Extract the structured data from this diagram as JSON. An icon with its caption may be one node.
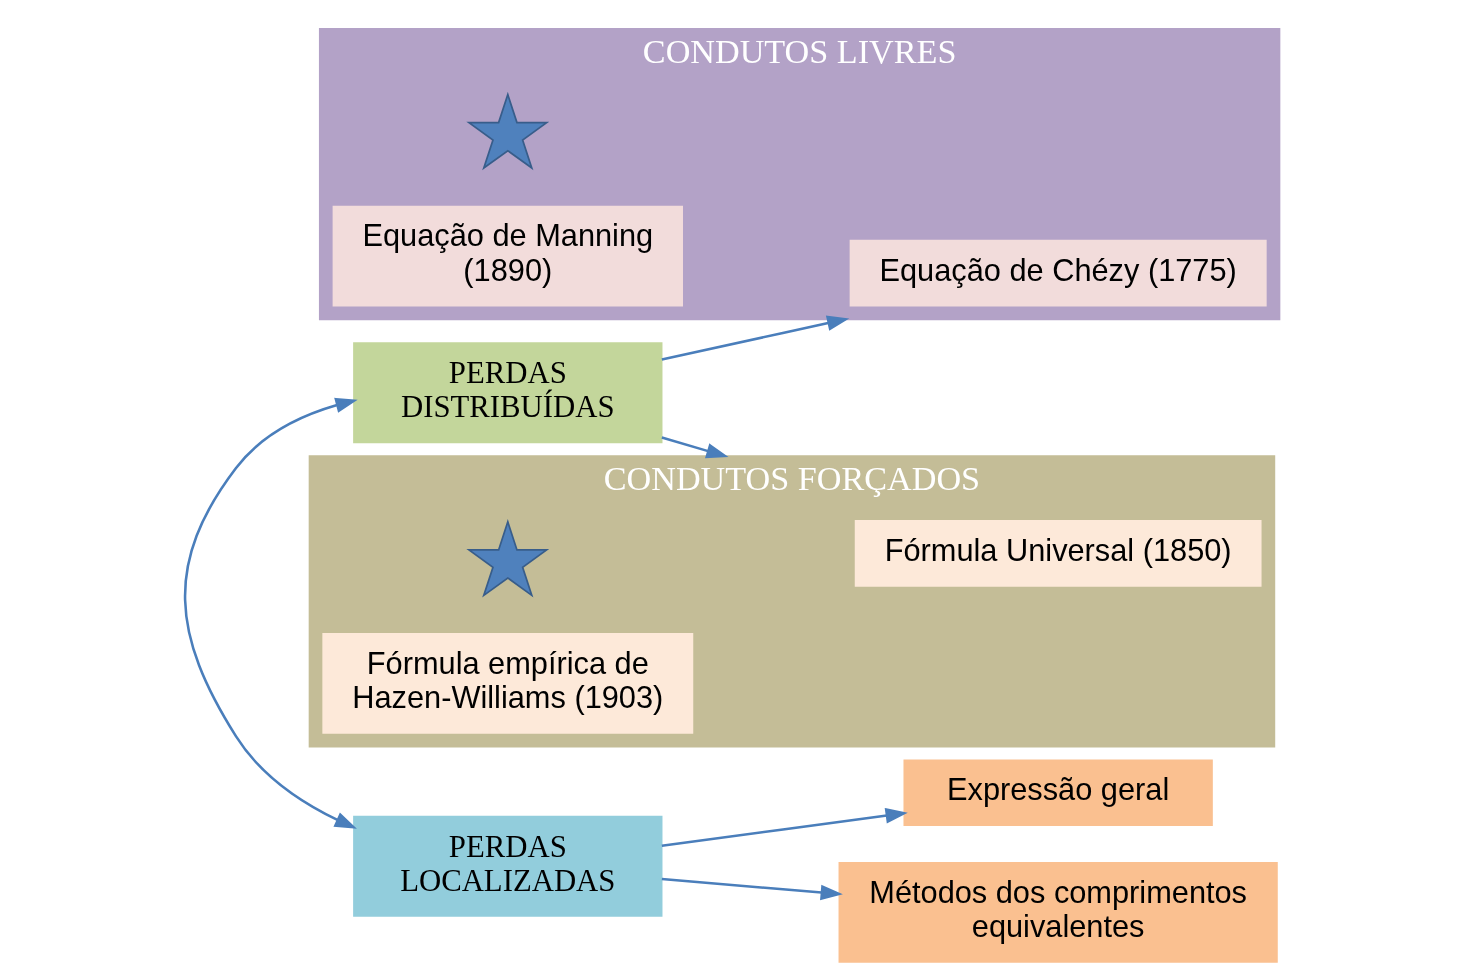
{
  "diagram": {
    "nodes": [
      {
        "text": [
          "PERDAS DISTRIBUÍDAS"
        ]
      },
      {
        "text": [
          "PERDAS LOCALIZADAS"
        ]
      },
      {
        "text": [
          "CONDUTOS LIVRES"
        ]
      },
      {
        "text": [
          "Equação de Chézy (1775)"
        ],
        "in": 2
      },
      {
        "text": [],
        "shape": "star",
        "in": 2
      },
      {
        "text": [
          "Equação de Manning (1890)"
        ],
        "in": 2
      },
      {
        "text": [
          "CONDUTOS FORÇADOS"
        ]
      },
      {
        "text": [
          "Fórmula Universal (1850)"
        ],
        "in": 6
      },
      {
        "text": [],
        "shape": "star",
        "in": 6
      },
      {
        "text": [
          "Fórmula empírica de Hazen-Williams (1903)"
        ],
        "in": 6
      },
      {
        "text": [
          "Expressão geral"
        ]
      },
      {
        "text": [
          "Métodos dos comprimentos equivalentes"
        ]
      }
    ],
    "edges": [
      {
        "from": 0,
        "to": 1,
        "arrow": "both"
      },
      {
        "from": 0,
        "to": 2,
        "arrow": "to"
      },
      {
        "from": 0,
        "to": 6,
        "arrow": "to"
      },
      {
        "from": 1,
        "to": 10,
        "arrow": "to"
      },
      {
        "from": 1,
        "to": 11,
        "arrow": "to"
      }
    ]
  }
}
